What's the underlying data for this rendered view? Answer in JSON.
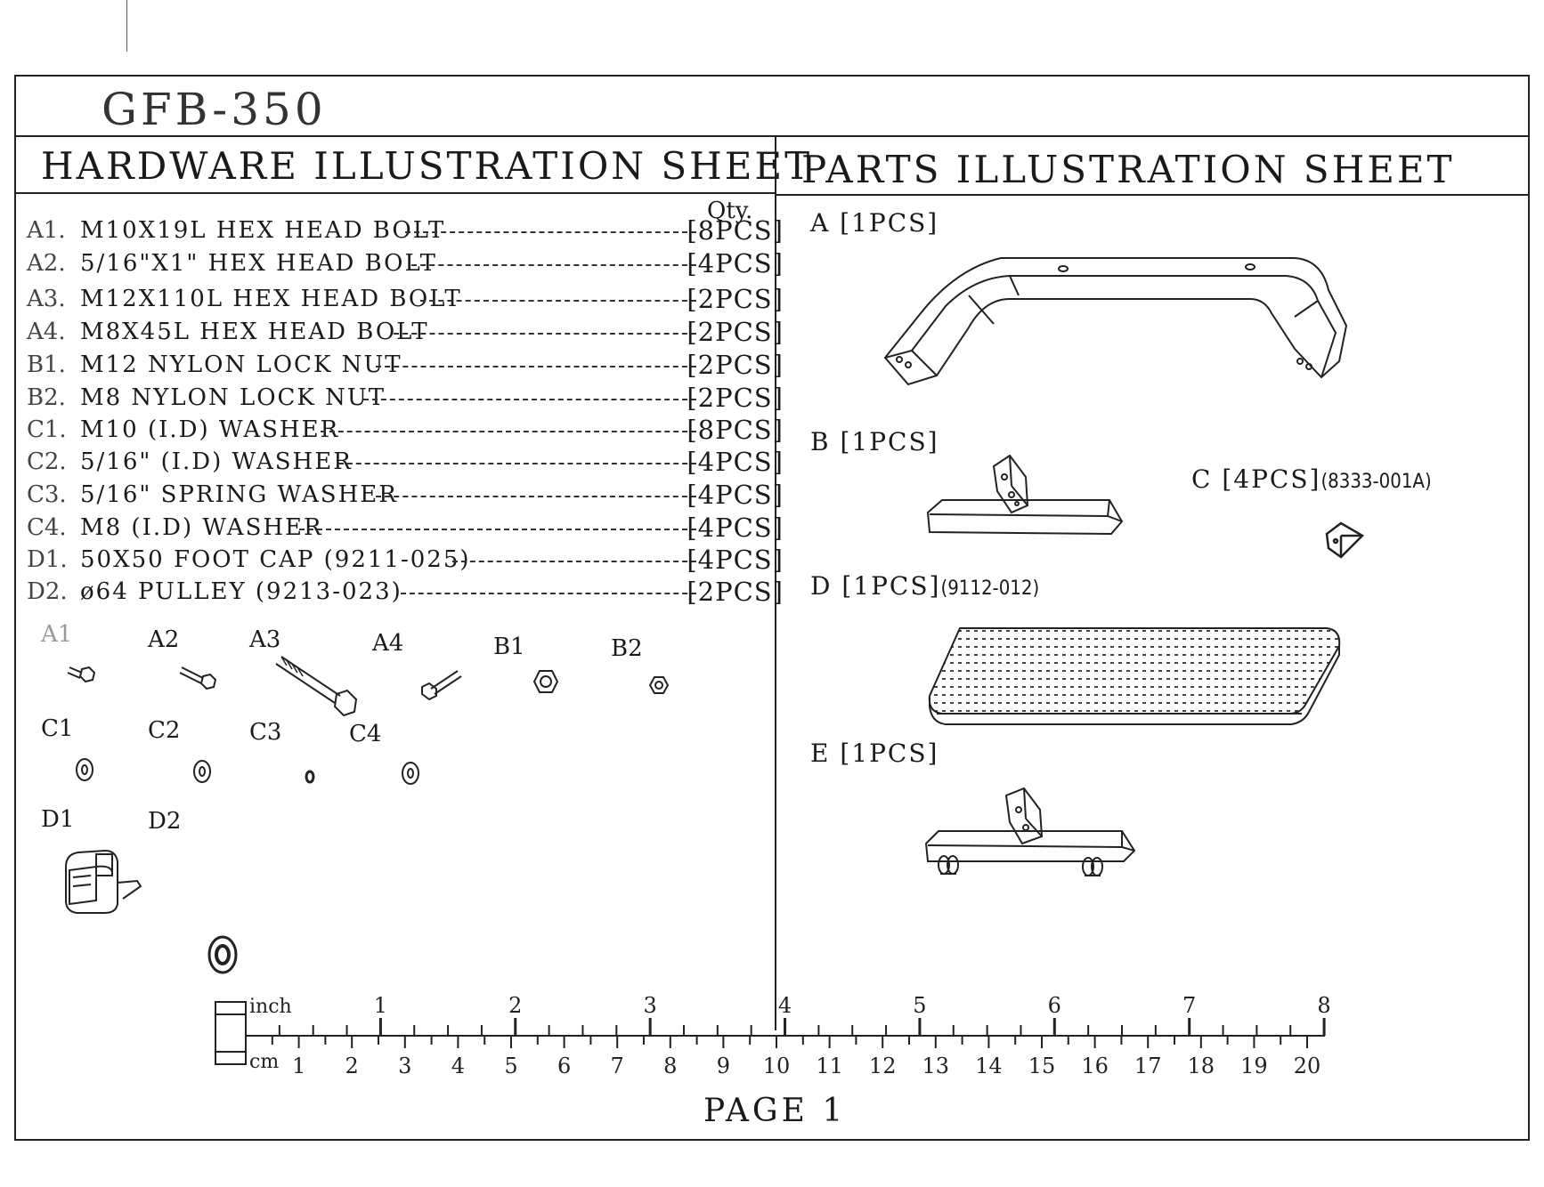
{
  "model": "GFB-350",
  "hardware_sheet_title": "HARDWARE ILLUSTRATION SHEET",
  "parts_sheet_title": "PARTS ILLUSTRATION SHEET",
  "qty_header": "Qty.",
  "hardware": [
    {
      "code": "A1.",
      "desc": "M10X19L HEX HEAD BOLT",
      "qty": "[8PCS]"
    },
    {
      "code": "A2.",
      "desc": "5/16\"X1\" HEX HEAD BOLT",
      "qty": "[4PCS]"
    },
    {
      "code": "A3.",
      "desc": "M12X110L HEX HEAD BOLT",
      "qty": "[2PCS]"
    },
    {
      "code": "A4.",
      "desc": "M8X45L HEX HEAD BOLT",
      "qty": "[2PCS]"
    },
    {
      "code": "B1.",
      "desc": "M12 NYLON LOCK NUT",
      "qty": "[2PCS]"
    },
    {
      "code": "B2.",
      "desc": "M8 NYLON LOCK NUT",
      "qty": "[2PCS]"
    },
    {
      "code": "C1.",
      "desc": "M10 (I.D) WASHER",
      "qty": "[8PCS]"
    },
    {
      "code": "C2.",
      "desc": "5/16\" (I.D) WASHER",
      "qty": "[4PCS]"
    },
    {
      "code": "C3.",
      "desc": "5/16\" SPRING WASHER",
      "qty": "[4PCS]"
    },
    {
      "code": "C4.",
      "desc": "M8 (I.D) WASHER",
      "qty": "[4PCS]"
    },
    {
      "code": "D1.",
      "desc": "50X50 FOOT CAP (9211-025)",
      "qty": "[4PCS]"
    },
    {
      "code": "D2.",
      "desc": "ø64 PULLEY (9213-023)",
      "qty": "[2PCS]"
    }
  ],
  "hardware_icons": {
    "a1": "A1",
    "a2": "A2",
    "a3": "A3",
    "a4": "A4",
    "b1": "B1",
    "b2": "B2",
    "c1": "C1",
    "c2": "C2",
    "c3": "C3",
    "c4": "C4",
    "d1": "D1",
    "d2": "D2"
  },
  "parts": {
    "a": {
      "label": "A [1PCS]",
      "code": ""
    },
    "b": {
      "label": "B [1PCS]",
      "code": ""
    },
    "c": {
      "label": "C [4PCS]",
      "code": "(8333-001A)"
    },
    "d": {
      "label": "D [1PCS]",
      "code": "(9112-012)"
    },
    "e": {
      "label": "E [1PCS]",
      "code": ""
    }
  },
  "ruler": {
    "inch_label": "inch",
    "cm_label": "cm",
    "inch_values": [
      "1",
      "2",
      "3",
      "4",
      "5",
      "6",
      "7",
      "8"
    ],
    "cm_values": [
      "1",
      "2",
      "3",
      "4",
      "5",
      "6",
      "7",
      "8",
      "9",
      "10",
      "11",
      "12",
      "13",
      "14",
      "15",
      "16",
      "17",
      "18",
      "19",
      "20"
    ]
  },
  "page_label": "PAGE 1"
}
